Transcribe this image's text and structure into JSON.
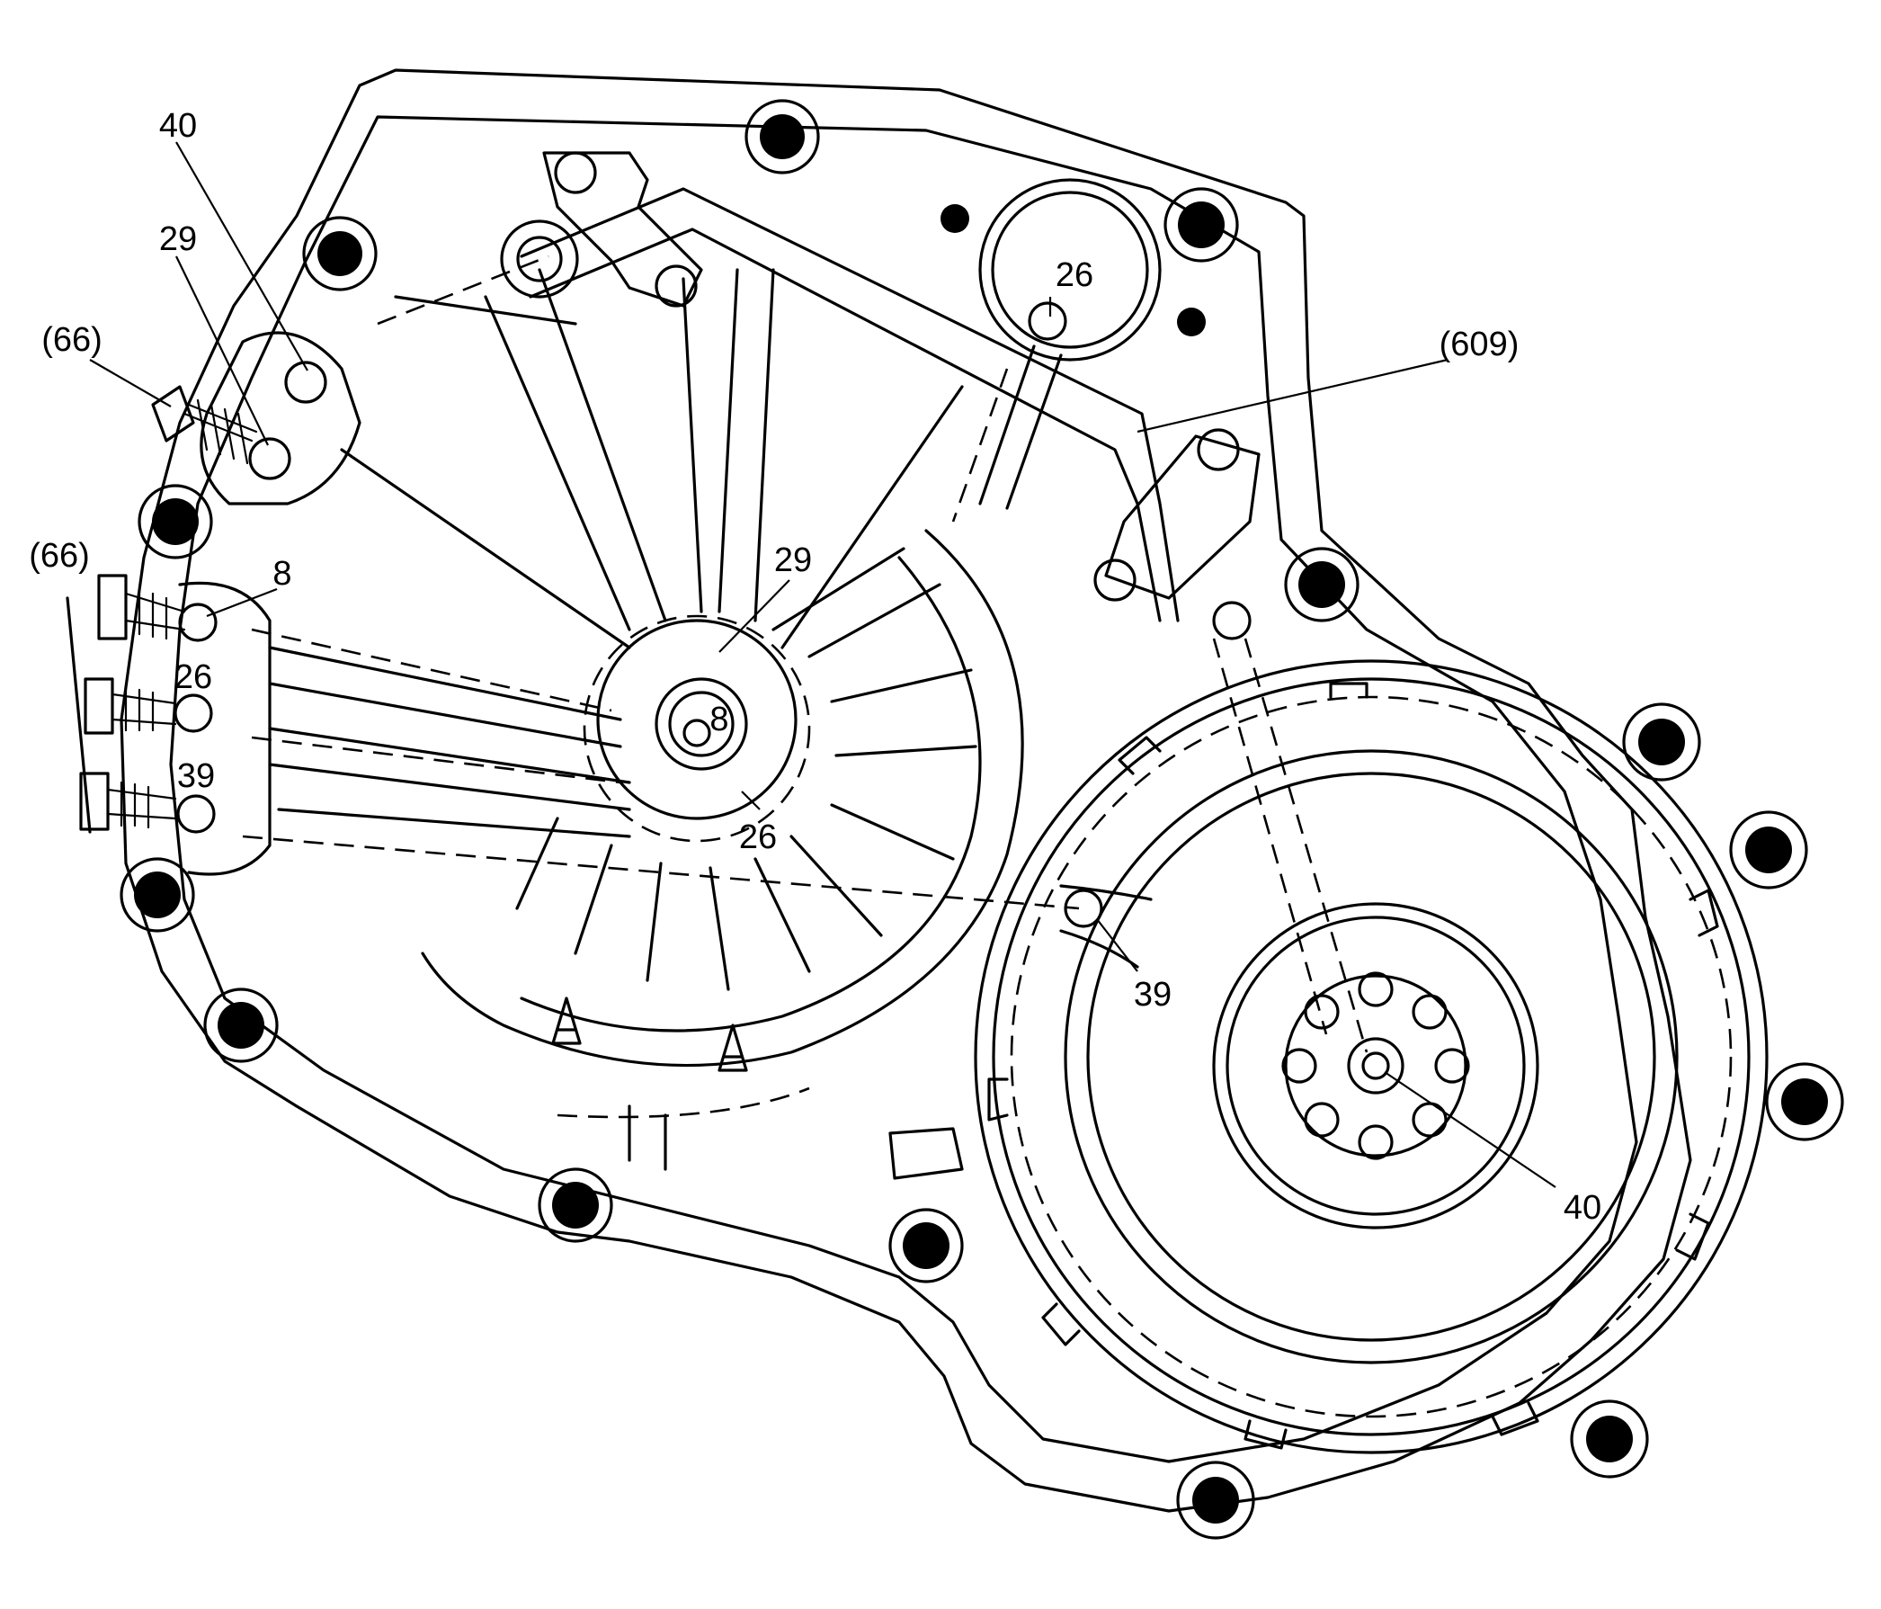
{
  "diagram": {
    "callouts": {
      "c40_top": "40",
      "c29_top": "29",
      "c66_upper": "(66)",
      "c66_lower": "(66)",
      "c8_left": "8",
      "c26_left": "26",
      "c39_left": "39",
      "c26_top": "26",
      "c609": "(609)",
      "c29_center": "29",
      "c8_center": "8",
      "c26_center": "26",
      "c39_right": "39",
      "c40_right": "40"
    },
    "line_color": "#000000",
    "background": "#ffffff"
  }
}
